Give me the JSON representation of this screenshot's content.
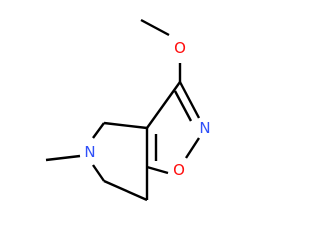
{
  "atoms": {
    "oxygen_methoxy": {
      "symbol": "O",
      "color": "#FF0D0D"
    },
    "nitrogen_isoxazole": {
      "symbol": "N",
      "color": "#3050F8"
    },
    "oxygen_isoxazole": {
      "symbol": "O",
      "color": "#FF0D0D"
    },
    "nitrogen_amine": {
      "symbol": "N",
      "color": "#3050F8"
    }
  },
  "bond_color": "#000000"
}
